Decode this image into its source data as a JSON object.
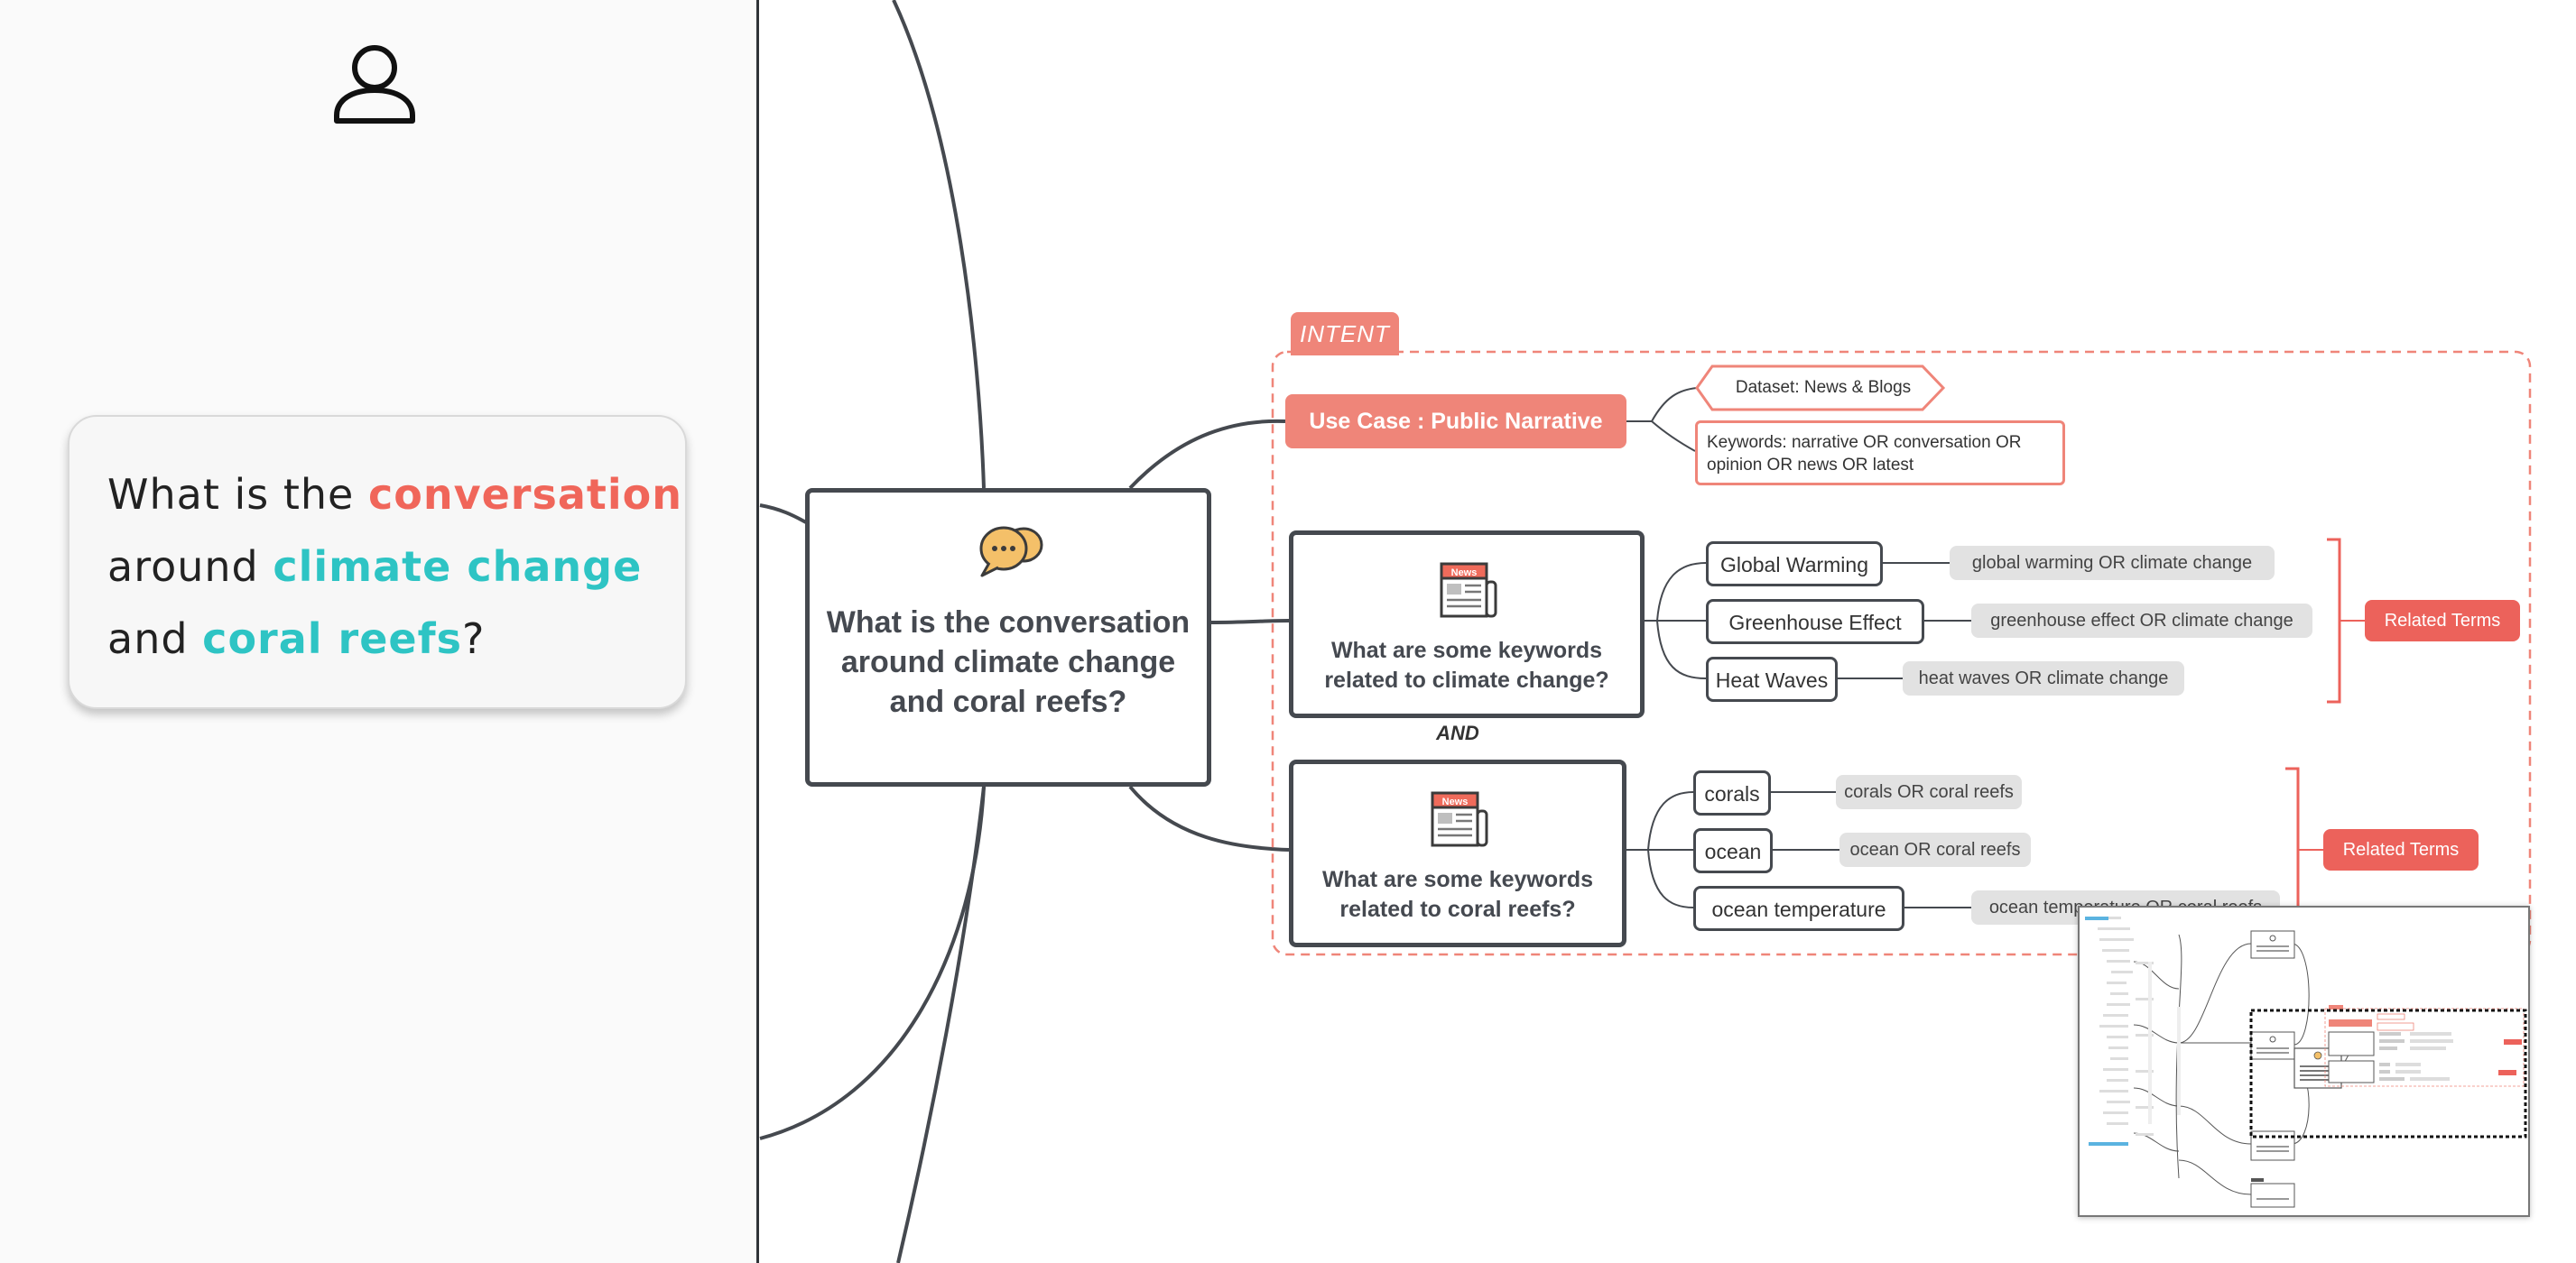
{
  "left_panel": {
    "icon": "user-icon",
    "question": {
      "part1": "What is the ",
      "highlight1": "conversation",
      "part2": "around ",
      "highlight2": "climate change",
      "part3": "and ",
      "highlight3": "coral reefs",
      "part4": "?"
    }
  },
  "mind_map": {
    "center": {
      "title": "What is the conversation around climate change and coral reefs?",
      "icon": "chat-bubbles-icon"
    },
    "intent": {
      "tag": "INTENT",
      "use_case": "Use Case : Public Narrative",
      "dataset": "Dataset: News & Blogs",
      "keywords": "Keywords: narrative OR conversation OR opinion OR news OR latest"
    },
    "climate_node": {
      "title": "What are some keywords related to climate change?",
      "icon": "news-icon",
      "icon_label": "News",
      "keywords": [
        {
          "label": "Global Warming",
          "term": "global warming OR climate change"
        },
        {
          "label": "Greenhouse Effect",
          "term": "greenhouse effect OR climate change"
        },
        {
          "label": "Heat Waves",
          "term": "heat waves OR climate change"
        }
      ],
      "related": "Related Terms"
    },
    "and_label": "AND",
    "coral_node": {
      "title": "What are some keywords related to coral reefs?",
      "icon": "news-icon",
      "icon_label": "News",
      "keywords": [
        {
          "label": "corals",
          "term": "corals OR coral reefs"
        },
        {
          "label": "ocean",
          "term": "ocean OR coral reefs"
        },
        {
          "label": "ocean temperature",
          "term": "ocean temperature OR coral reefs"
        }
      ],
      "related": "Related Terms"
    }
  },
  "colors": {
    "accent_red": "#ef8579",
    "related_red": "#ec625b",
    "teal": "#2ec4c4",
    "node_border": "#45494f"
  }
}
